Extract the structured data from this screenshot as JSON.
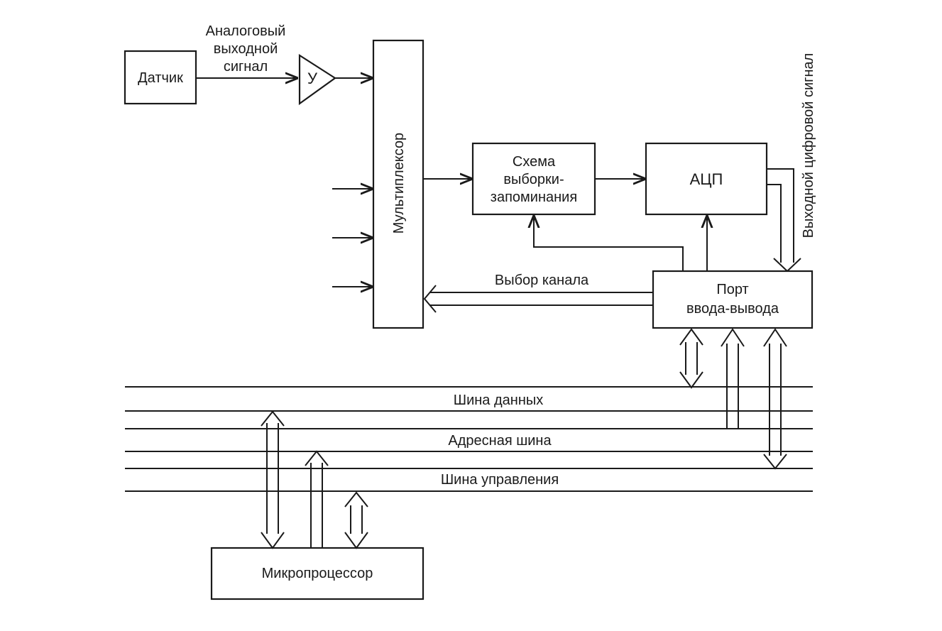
{
  "blocks": {
    "sensor": "Датчик",
    "amp": "У",
    "mux": "Мультиплексор",
    "sah_line1": "Схема",
    "sah_line2": "выборки-",
    "sah_line3": "запоминания",
    "adc": "АЦП",
    "io_line1": "Порт",
    "io_line2": "ввода-вывода",
    "cpu": "Микропроцессор"
  },
  "labels": {
    "analog_line1": "Аналоговый",
    "analog_line2": "выходной",
    "analog_line3": "сигнал",
    "channel_select": "Выбор канала",
    "digital_out": "Выходной цифровой сигнал"
  },
  "buses": {
    "data": "Шина данных",
    "address": "Адресная шина",
    "control": "Шина управления"
  }
}
